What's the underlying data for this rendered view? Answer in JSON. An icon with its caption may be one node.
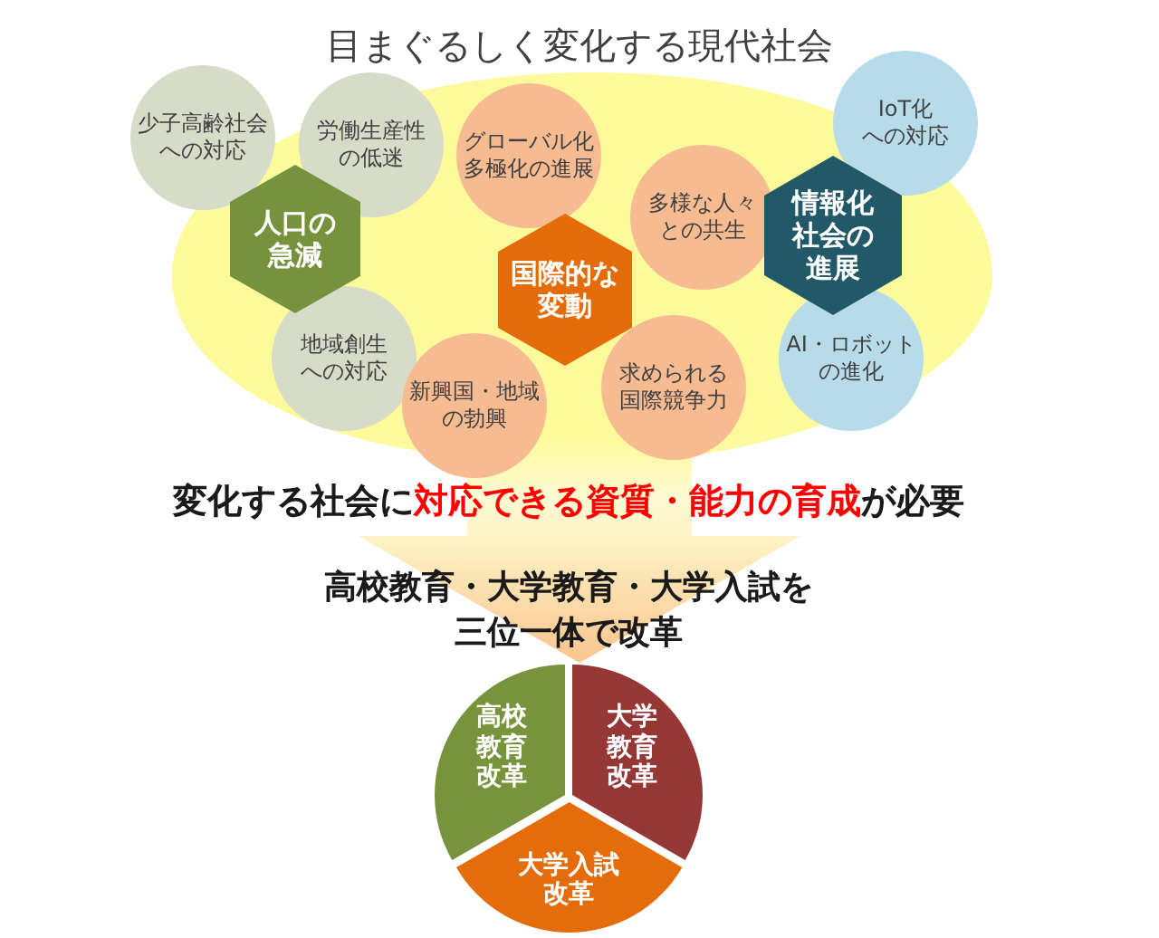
{
  "diagram": {
    "title": "目まぐるしく変化する現代社会",
    "nodes": [
      {
        "text": [
          "少子高齢社会への対応"
        ]
      },
      {
        "text": [
          "労働生産性の低迷"
        ]
      },
      {
        "text": [
          "グローバル化多極化の進展"
        ]
      },
      {
        "text": [
          "IoT化への対応"
        ]
      },
      {
        "text": [
          "人口の急減"
        ]
      },
      {
        "text": [
          "多様な人々との共生"
        ]
      },
      {
        "text": [
          "情報化社会の進展"
        ]
      },
      {
        "text": [
          "国際的な変動"
        ]
      },
      {
        "text": [
          "地域創生への対応"
        ]
      },
      {
        "text": [
          "AI・ロボットの進化"
        ]
      },
      {
        "text": [
          "求められる国際競争力"
        ]
      },
      {
        "text": [
          "新興国・地域の勃興"
        ]
      },
      {
        "text": [
          "高校教育改革"
        ]
      },
      {
        "text": [
          "大学教育改革"
        ]
      },
      {
        "text": [
          "大学入試改革"
        ]
      }
    ],
    "labels": [
      "変化する社会に**対応できる資質・能力の育成**が必要",
      "高校教育・大学教育・大学入試を三位一体で改革"
    ]
  }
}
